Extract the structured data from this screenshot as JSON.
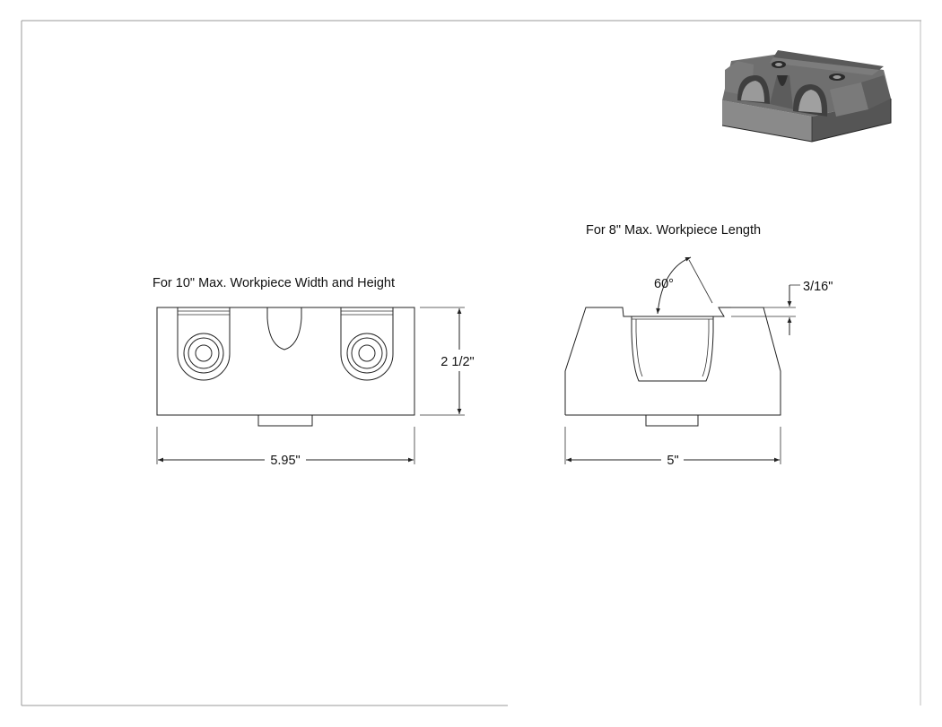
{
  "drawing": {
    "front_view": {
      "caption": "For 10\" Max. Workpiece Width and Height",
      "width_dim": "5.95\"",
      "height_dim": "2 1/2\""
    },
    "side_view": {
      "caption": "For 8\" Max. Workpiece Length",
      "width_dim": "5\"",
      "angle_dim": "60°",
      "step_dim": "3/16\""
    },
    "iso_view": {
      "body_color": "#6f6f6f"
    }
  }
}
